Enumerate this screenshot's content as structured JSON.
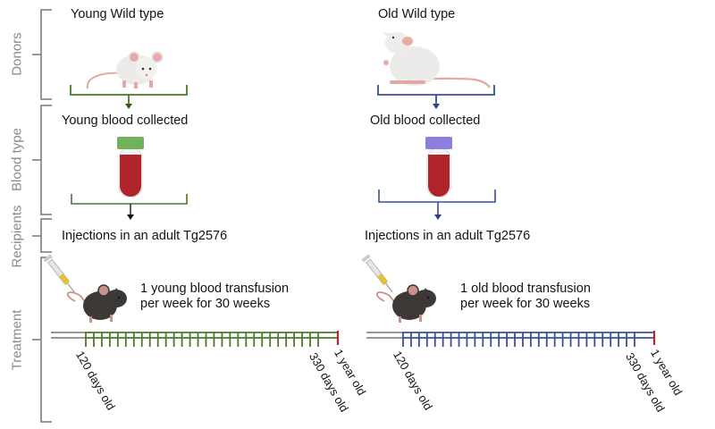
{
  "side_labels": {
    "donors": "Donors",
    "blood_type": "Blood type",
    "recipients": "Recipients",
    "treatment": "Treatment"
  },
  "colors": {
    "young": "#4a7a2a",
    "old": "#3a4f9a",
    "end_marker": "#c0232b",
    "bracket": "#8a8a8a",
    "young_cap": "#6fb25a",
    "old_cap": "#8c7fe0",
    "blood": "#b0242c"
  },
  "young": {
    "donor_title": "Young Wild type",
    "blood_title": "Young blood collected",
    "recipient_title": "Injections in an adult Tg2576",
    "treatment_line1": "1 young blood transfusion",
    "treatment_line2": "per week for 30 weeks",
    "start_label": "120 days old",
    "last_label": "330 days old",
    "end_label": "1 year old",
    "injection_count": 30
  },
  "old": {
    "donor_title": "Old Wild type",
    "blood_title": "Old blood collected",
    "recipient_title": "Injections in an adult Tg2576",
    "treatment_line1": "1 old blood transfusion",
    "treatment_line2": "per week for 30 weeks",
    "start_label": "120 days old",
    "last_label": "330 days old",
    "end_label": "1 year old",
    "injection_count": 30
  },
  "icons": {
    "young_donor": "white-mouse-icon",
    "old_donor": "white-rat-sitting-icon",
    "blood_tube": "blood-tube-icon",
    "recipient": "black-mouse-icon",
    "syringe": "syringe-icon"
  }
}
